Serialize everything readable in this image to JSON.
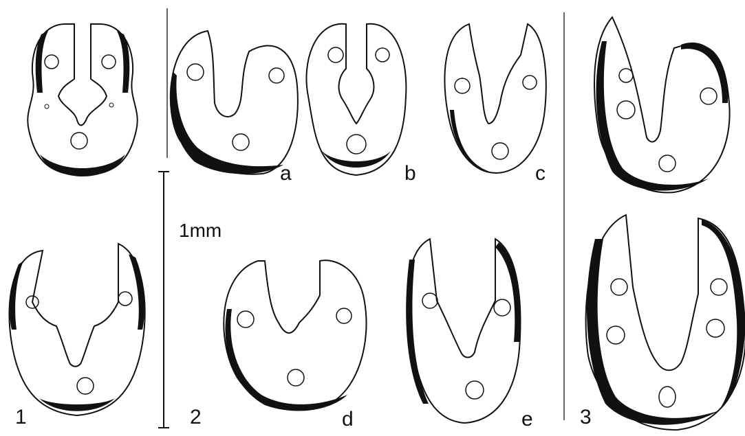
{
  "figure": {
    "scale_bar": {
      "label": "1mm"
    },
    "groups": [
      {
        "label": "1"
      },
      {
        "label": "2"
      },
      {
        "label": "3"
      }
    ],
    "section_labels": {
      "a": "a",
      "b": "b",
      "c": "c",
      "d": "d",
      "e": "e"
    }
  },
  "colors": {
    "ink": "#111111",
    "background": "#ffffff"
  }
}
